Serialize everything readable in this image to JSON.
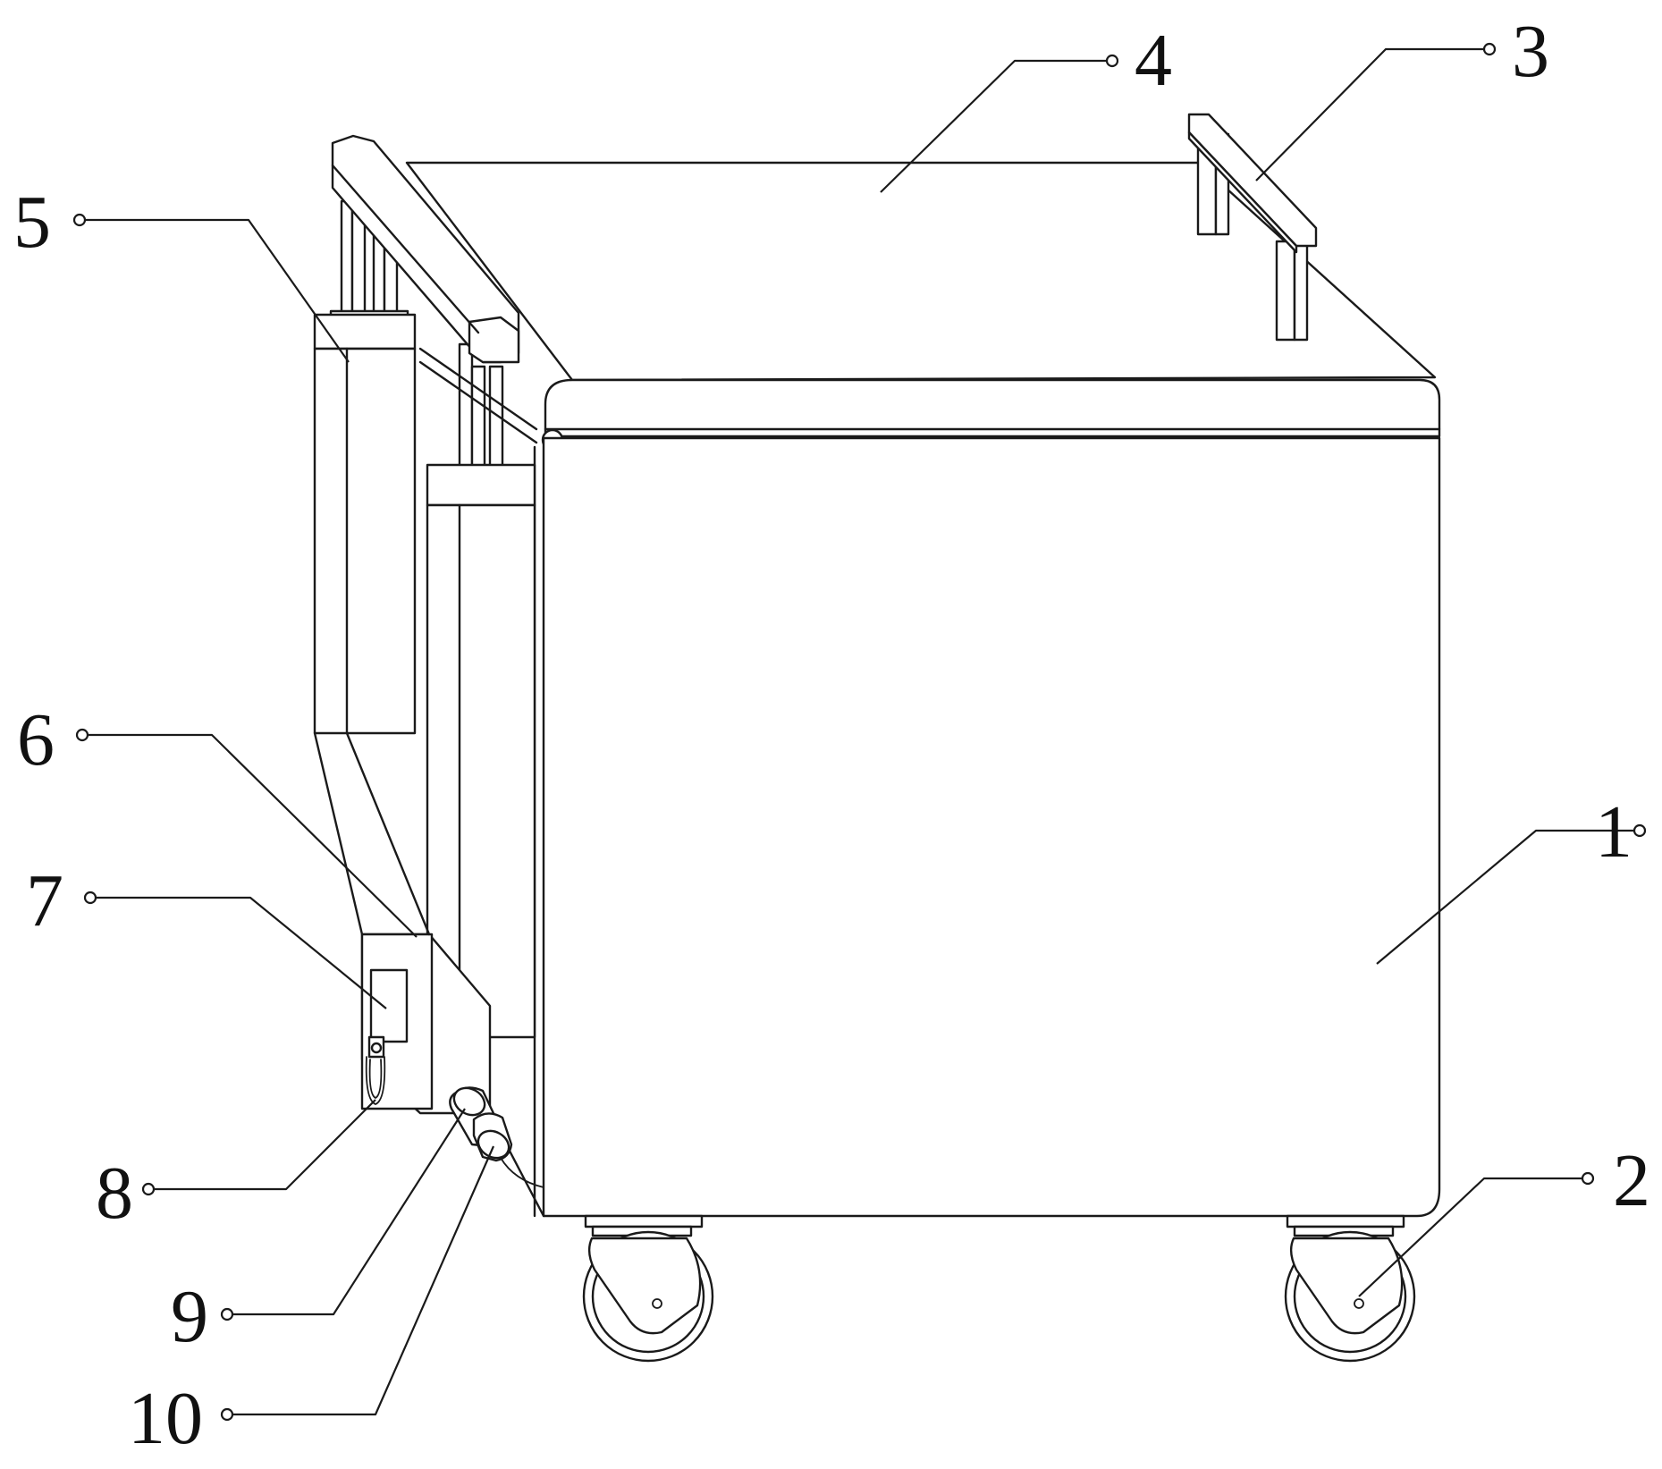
{
  "figure": {
    "callouts": [
      {
        "id": "1",
        "text": "1"
      },
      {
        "id": "2",
        "text": "2"
      },
      {
        "id": "3",
        "text": "3"
      },
      {
        "id": "4",
        "text": "4"
      },
      {
        "id": "5",
        "text": "5"
      },
      {
        "id": "6",
        "text": "6"
      },
      {
        "id": "7",
        "text": "7"
      },
      {
        "id": "8",
        "text": "8"
      },
      {
        "id": "9",
        "text": "9"
      },
      {
        "id": "10",
        "text": "10"
      }
    ],
    "colors": {
      "line": "#1a1a1a",
      "background": "#ffffff"
    }
  }
}
